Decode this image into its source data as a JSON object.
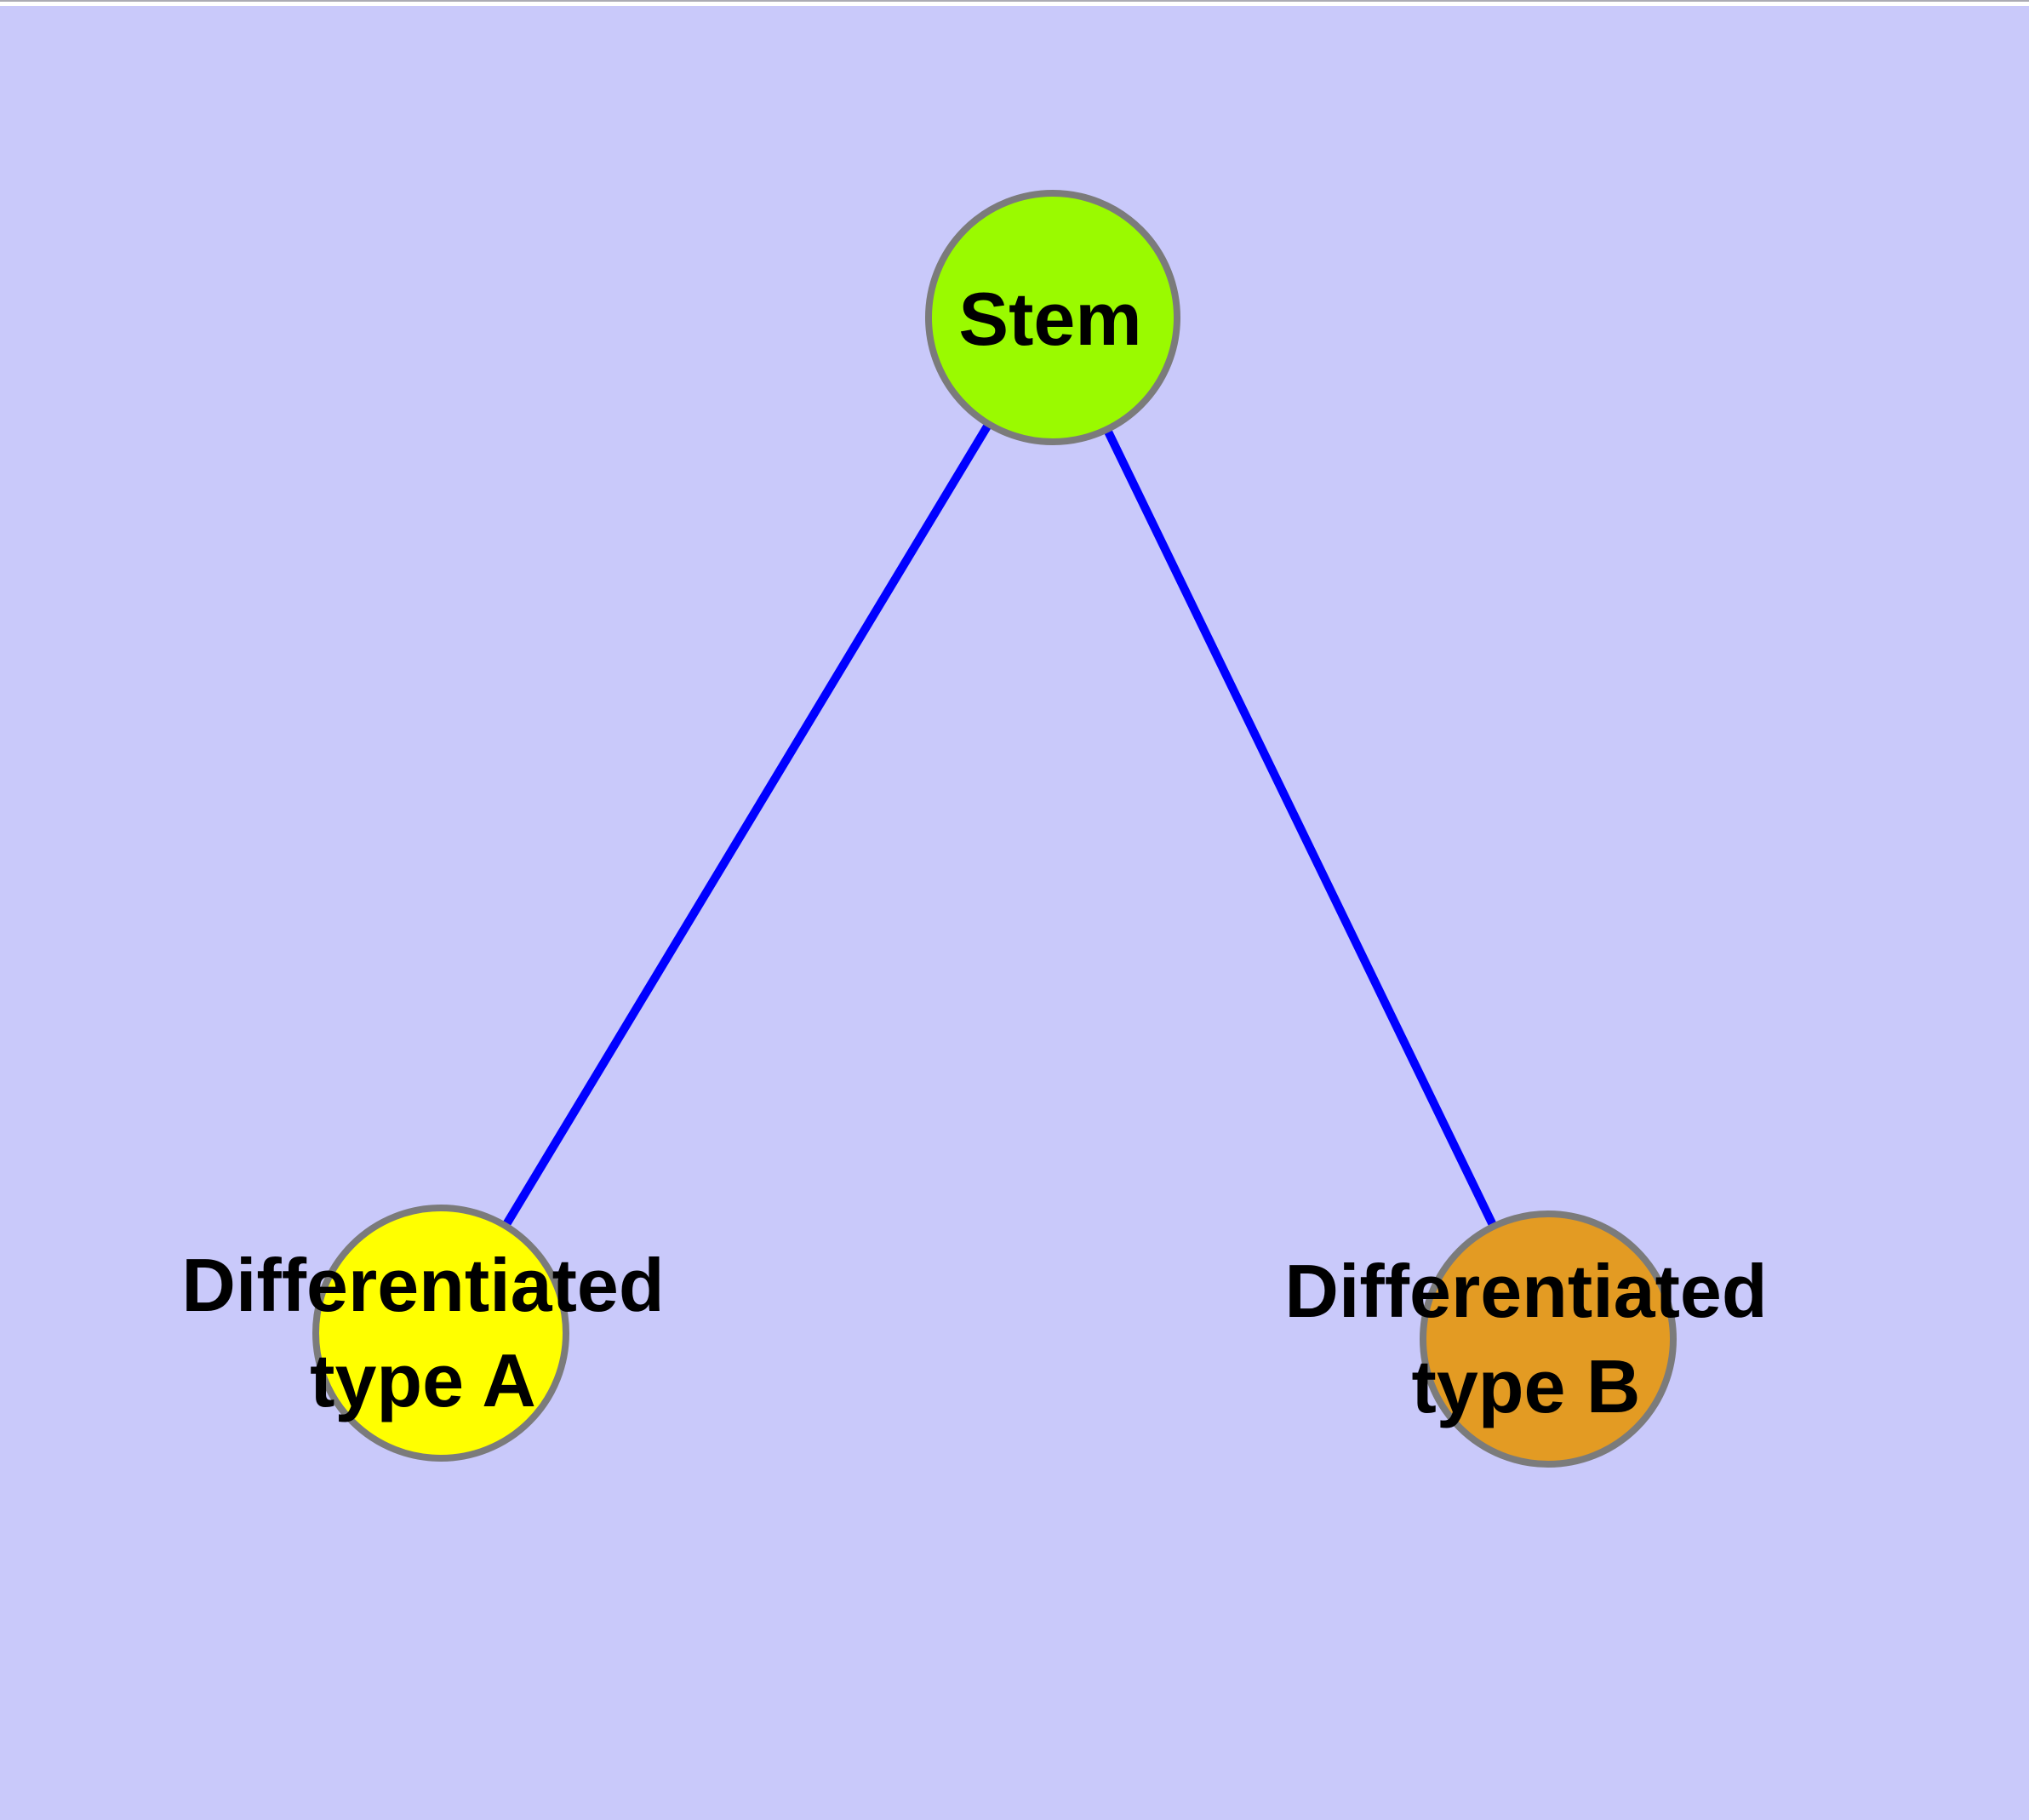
{
  "background_color": "#C9C9FA",
  "top_strip_color": "#FFFFFF",
  "diagram": {
    "type": "node-link-graph",
    "text_color": "#000000",
    "nodes": [
      {
        "id": "stem",
        "lines": [
          "Stem"
        ],
        "fill": "#9AFA00",
        "border_color": "#7B7B7B"
      },
      {
        "id": "differentiated-type-a",
        "lines": [
          "Differentiated",
          "type A"
        ],
        "fill": "#FFFF00",
        "border_color": "#7B7B7B"
      },
      {
        "id": "differentiated-type-b",
        "lines": [
          "Differentiated",
          "type B"
        ],
        "fill": "#E39B23",
        "border_color": "#7B7B7B"
      }
    ],
    "edges": [
      {
        "from": "stem",
        "to": "differentiated-type-a",
        "color": "#0000FF"
      },
      {
        "from": "stem",
        "to": "differentiated-type-b",
        "color": "#0000FF"
      }
    ]
  }
}
